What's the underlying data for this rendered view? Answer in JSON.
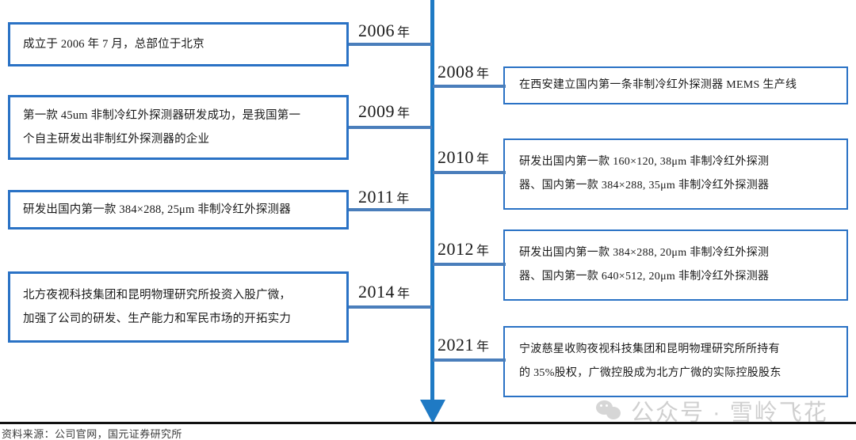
{
  "diagram": {
    "type": "vertical-timeline",
    "title_present": false,
    "accent_color": "#1f7ac4",
    "box_border_color": "#2a72c5",
    "connector_color": "#4a7ebb",
    "year_suffix": "年"
  },
  "events": [
    {
      "side": "left",
      "year": "2006",
      "year_label": "2006 年",
      "lines": [
        "成立于 2006 年 7 月，总部位于北京"
      ]
    },
    {
      "side": "right",
      "year": "2008",
      "year_label": "2008 年",
      "lines": [
        "在西安建立国内第一条非制冷红外探测器 MEMS 生产线"
      ]
    },
    {
      "side": "left",
      "year": "2009",
      "year_label": "2009 年",
      "lines": [
        "第一款 45um 非制冷红外探测器研发成功，是我国第一",
        "个自主研发出非制红外探测器的企业"
      ]
    },
    {
      "side": "right",
      "year": "2010",
      "year_label": "2010 年",
      "lines": [
        "研发出国内第一款 160×120, 38μm 非制冷红外探测",
        "器、国内第一款 384×288, 35μm 非制冷红外探测器"
      ]
    },
    {
      "side": "left",
      "year": "2011",
      "year_label": "2011 年",
      "lines": [
        "研发出国内第一款 384×288, 25μm 非制冷红外探测器"
      ]
    },
    {
      "side": "right",
      "year": "2012",
      "year_label": "2012 年",
      "lines": [
        "研发出国内第一款 384×288, 20μm 非制冷红外探测",
        "器、国内第一款 640×512, 20μm 非制冷红外探测器"
      ]
    },
    {
      "side": "left",
      "year": "2014",
      "year_label": "2014 年",
      "lines": [
        "北方夜视科技集团和昆明物理研究所投资入股广微，",
        "加强了公司的研发、生产能力和军民市场的开拓实力"
      ]
    },
    {
      "side": "right",
      "year": "2021",
      "year_label": "2021 年",
      "lines": [
        "宁波慈星收购夜视科技集团和昆明物理研究所所持有",
        "的 35%股权，广微控股成为北方广微的实际控股股东"
      ]
    }
  ],
  "footer": {
    "source": "资料来源：公司官网，国元证券研究所"
  },
  "watermark": {
    "text": "公众号 · 雪岭飞花",
    "icon": "wechat-icon"
  }
}
